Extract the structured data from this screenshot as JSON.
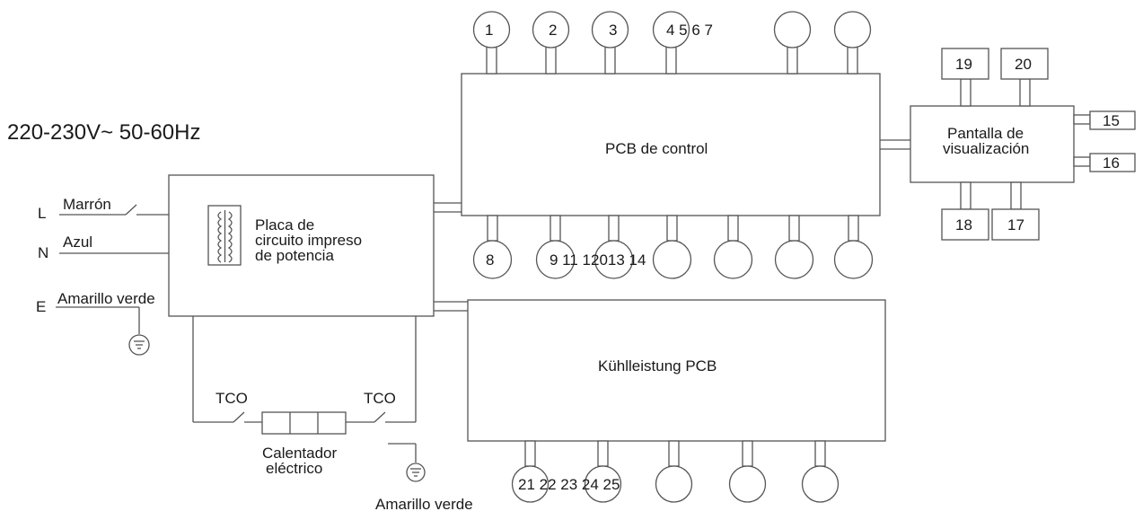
{
  "supply": "220-230V~  50-60Hz",
  "wires": {
    "l_label": "L",
    "l_color": "Marrón",
    "n_label": "N",
    "n_color": "Azul",
    "e_label": "E",
    "e_color": "Amarillo verde"
  },
  "power_board": {
    "line1": "Placa de",
    "line2": "circuito impreso",
    "line3": "de potencia"
  },
  "control_board": {
    "label": "PCB de control"
  },
  "display": {
    "line1": "Pantalla de",
    "line2": "visualización"
  },
  "cooling_board": {
    "label": "Kühlleistung PCB"
  },
  "heater": {
    "tco_left": "TCO",
    "tco_right": "TCO",
    "line1": "Calentador",
    "line2": "eléctrico",
    "ground_label": "Amarillo verde"
  },
  "control_top_labels": [
    "1",
    "2",
    "3",
    "4 5 6 7",
    "",
    ""
  ],
  "control_bottom_labels": [
    "8",
    "9 11 12013 14",
    "",
    "",
    ""
  ],
  "display_labels": {
    "top_left": "19",
    "top_right": "20",
    "right_top": "15",
    "right_bottom": "16",
    "bottom_left": "18",
    "bottom_right": "17"
  },
  "cooling_bottom_labels": [
    "21 22 23 24 25",
    "",
    "",
    ""
  ]
}
